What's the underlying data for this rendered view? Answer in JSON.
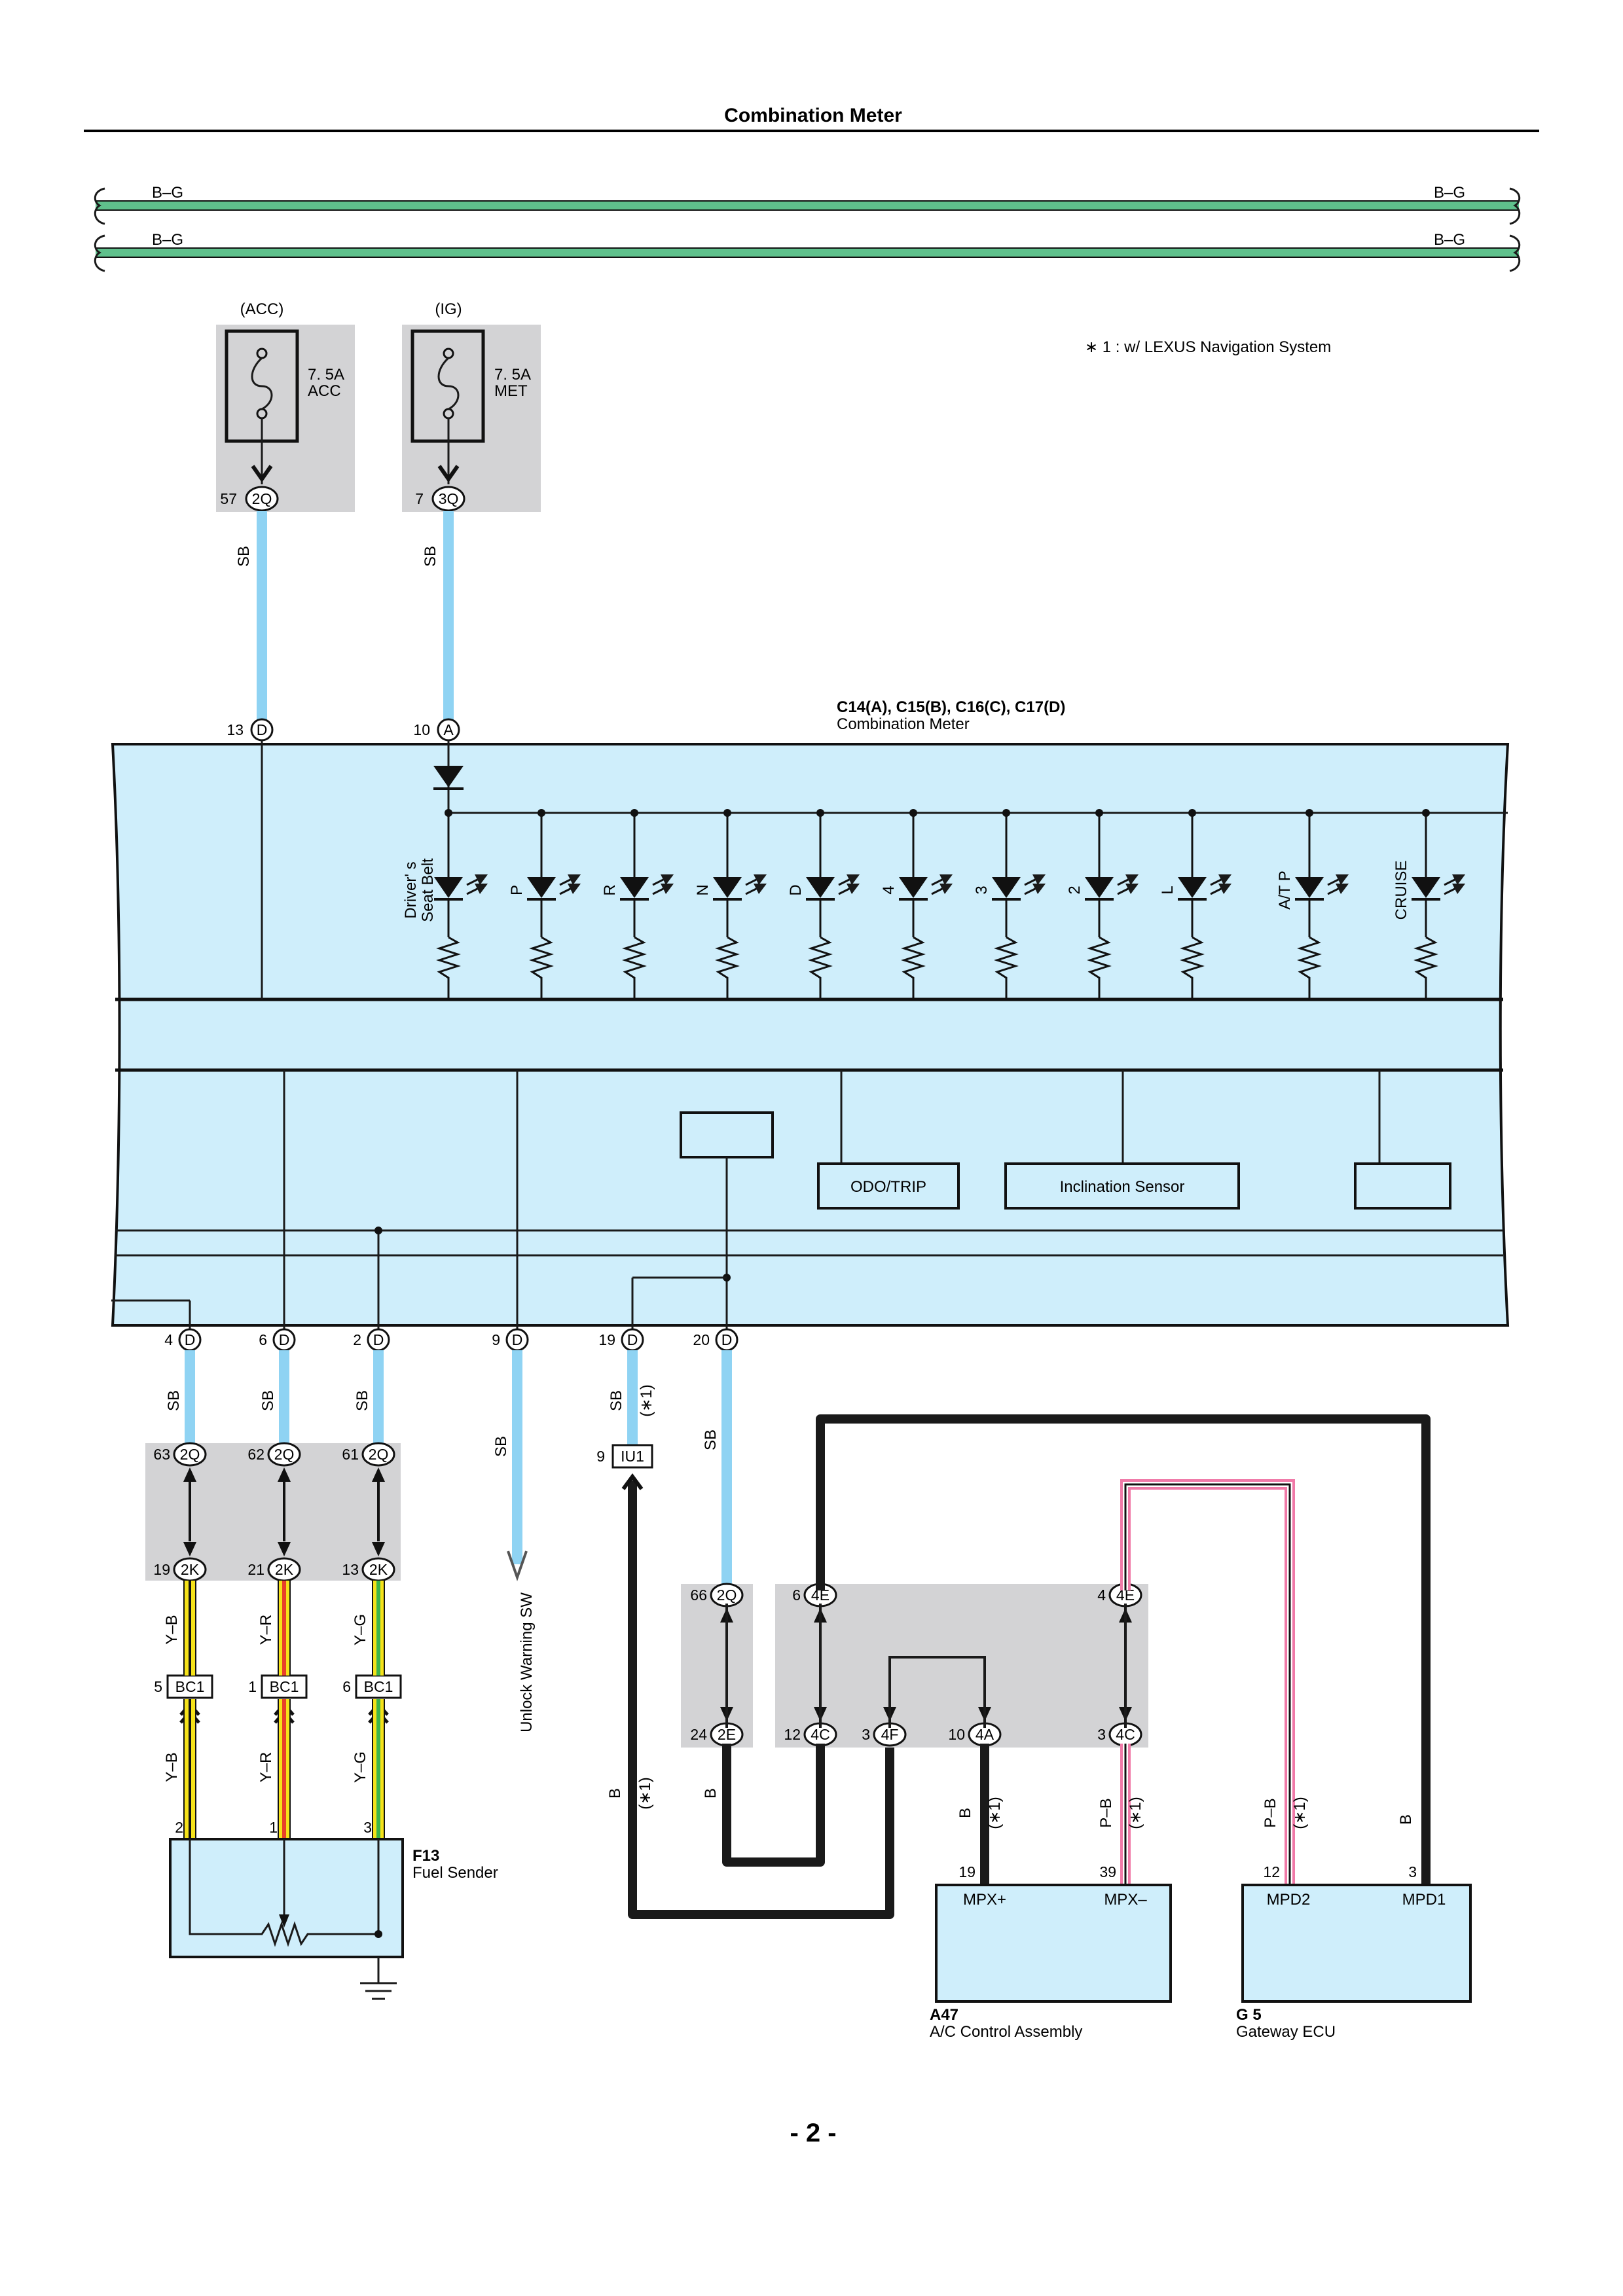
{
  "header": {
    "title": "Combination Meter"
  },
  "footer": {
    "page": "- 2 -"
  },
  "note": "∗ 1 : w/ LEXUS Navigation System",
  "bus": {
    "wire1_left": "B–G",
    "wire1_right": "B–G",
    "wire2_left": "B–G",
    "wire2_right": "B–G"
  },
  "fuses": [
    {
      "source": "(ACC)",
      "rating": "7. 5A",
      "name": "ACC",
      "pin": "57",
      "connector": "2Q",
      "wire": "SB"
    },
    {
      "source": "(IG)",
      "rating": "7. 5A",
      "name": "MET",
      "pin": "7",
      "connector": "3Q",
      "wire": "SB"
    }
  ],
  "meter": {
    "connectors": "C14(A), C15(B), C16(C), C17(D)",
    "name": "Combination Meter",
    "top_pins": [
      {
        "pin": "13",
        "conn": "D"
      },
      {
        "pin": "10",
        "conn": "A"
      }
    ],
    "indicators": [
      "Driver' s Seat Belt",
      "P",
      "R",
      "N",
      "D",
      "4",
      "3",
      "2",
      "L",
      "A/T P",
      "CRUISE"
    ],
    "blocks": {
      "odo": "ODO/TRIP",
      "incl": "Inclination Sensor"
    },
    "bottom_pins": [
      {
        "pin": "4",
        "conn": "D"
      },
      {
        "pin": "6",
        "conn": "D"
      },
      {
        "pin": "2",
        "conn": "D"
      },
      {
        "pin": "9",
        "conn": "D"
      },
      {
        "pin": "19",
        "conn": "D"
      },
      {
        "pin": "20",
        "conn": "D"
      }
    ]
  },
  "lower_wires": {
    "sb": "SB",
    "star1": "(∗1)",
    "unlock": "Unlock Warning SW",
    "yb": "Y–B",
    "yr": "Y–R",
    "yg": "Y–G",
    "b": "B",
    "pb": "P–B"
  },
  "junctions": {
    "j2q": [
      {
        "pin": "63",
        "conn": "2Q"
      },
      {
        "pin": "62",
        "conn": "2Q"
      },
      {
        "pin": "61",
        "conn": "2Q"
      }
    ],
    "j2k": [
      {
        "pin": "19",
        "conn": "2K"
      },
      {
        "pin": "21",
        "conn": "2K"
      },
      {
        "pin": "13",
        "conn": "2K"
      }
    ],
    "bc1": [
      {
        "pin": "5",
        "conn": "BC1"
      },
      {
        "pin": "1",
        "conn": "BC1"
      },
      {
        "pin": "6",
        "conn": "BC1"
      }
    ],
    "iu1": {
      "pin": "9",
      "conn": "IU1"
    },
    "j66": {
      "pin": "66",
      "conn": "2Q"
    },
    "j24": {
      "pin": "24",
      "conn": "2E"
    },
    "j6": {
      "pin": "6",
      "conn": "4E"
    },
    "j4": {
      "pin": "4",
      "conn": "4E"
    },
    "j12": {
      "pin": "12",
      "conn": "4C"
    },
    "j3f": {
      "pin": "3",
      "conn": "4F"
    },
    "j10": {
      "pin": "10",
      "conn": "4A"
    },
    "j3c": {
      "pin": "3",
      "conn": "4C"
    }
  },
  "fuel_sender": {
    "id": "F13",
    "name": "Fuel Sender",
    "pins": [
      "2",
      "1",
      "3"
    ]
  },
  "ac": {
    "id": "A47",
    "name": "A/C Control Assembly",
    "pin_left": "19",
    "pin_right": "39",
    "term_left": "MPX+",
    "term_right": "MPX–"
  },
  "gw": {
    "id": "G 5",
    "name": "Gateway ECU",
    "pin_left": "12",
    "pin_right": "3",
    "term_left": "MPD2",
    "term_right": "MPD1"
  },
  "colors": {
    "sb_wire": "#8fd3f3",
    "panel": "#cfeefb",
    "gray_box": "#d3d3d5",
    "bus_green": "#5fc18c",
    "pink": "#f07aa8",
    "yellow": "#f5e21a",
    "red": "#e8402a",
    "green": "#3db54a"
  }
}
